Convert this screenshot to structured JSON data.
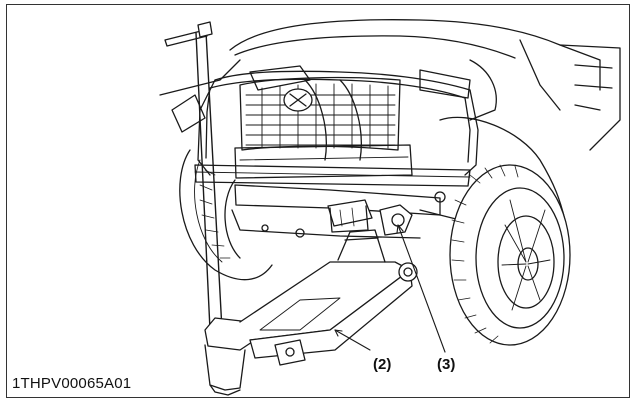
{
  "figure": {
    "id": "1THPV00065A01",
    "callouts": [
      {
        "label": "(2)"
      },
      {
        "label": "(3)"
      }
    ]
  },
  "colors": {
    "line": "#1a1a1a",
    "frame": "#333333",
    "background": "#ffffff"
  }
}
